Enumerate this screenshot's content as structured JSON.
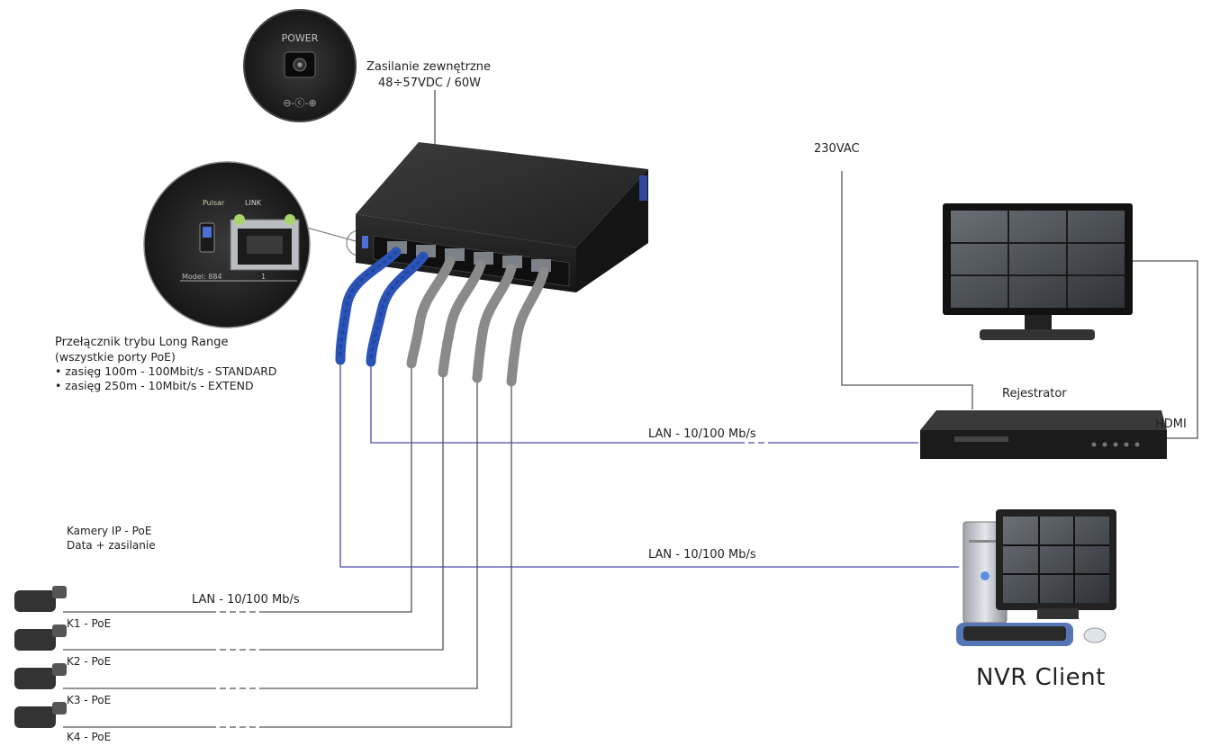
{
  "power_inset": {
    "label": "POWER",
    "caption_line1": "Zasilanie zewnętrzne",
    "caption_line2": "48÷57VDC / 60W"
  },
  "mode_switch": {
    "title_line1": "Przełącznik trybu Long Range",
    "title_line2": "(wszystkie porty PoE)",
    "bullets": [
      "zasięg 100m - 100Mbit/s - STANDARD",
      "zasięg 250m - 10Mbit/s - EXTEND"
    ],
    "inset_brand": "Pulsar",
    "inset_link": "LINK",
    "inset_model": "Model: 884",
    "inset_port": "1"
  },
  "mains": {
    "label": "230VAC"
  },
  "recorder": {
    "label": "Rejestrator",
    "hdmi": "HDMI"
  },
  "links": {
    "recorder_lan": "LAN - 10/100 Mb/s",
    "client_lan": "LAN - 10/100 Mb/s",
    "cameras_lan": "LAN - 10/100 Mb/s"
  },
  "cameras": {
    "heading_line1": "Kamery IP - PoE",
    "heading_line2": "Data + zasilanie",
    "items": [
      "K1 - PoE",
      "K2 - PoE",
      "K3 - PoE",
      "K4 - PoE"
    ]
  },
  "client": {
    "label": "NVR Client"
  },
  "colors": {
    "cable_blue": "#2b54b8",
    "cable_grey": "#8a8a8a",
    "device_dark": "#2a2a2a",
    "line_blue": "#4a4aa8",
    "line_grey": "#555555"
  }
}
